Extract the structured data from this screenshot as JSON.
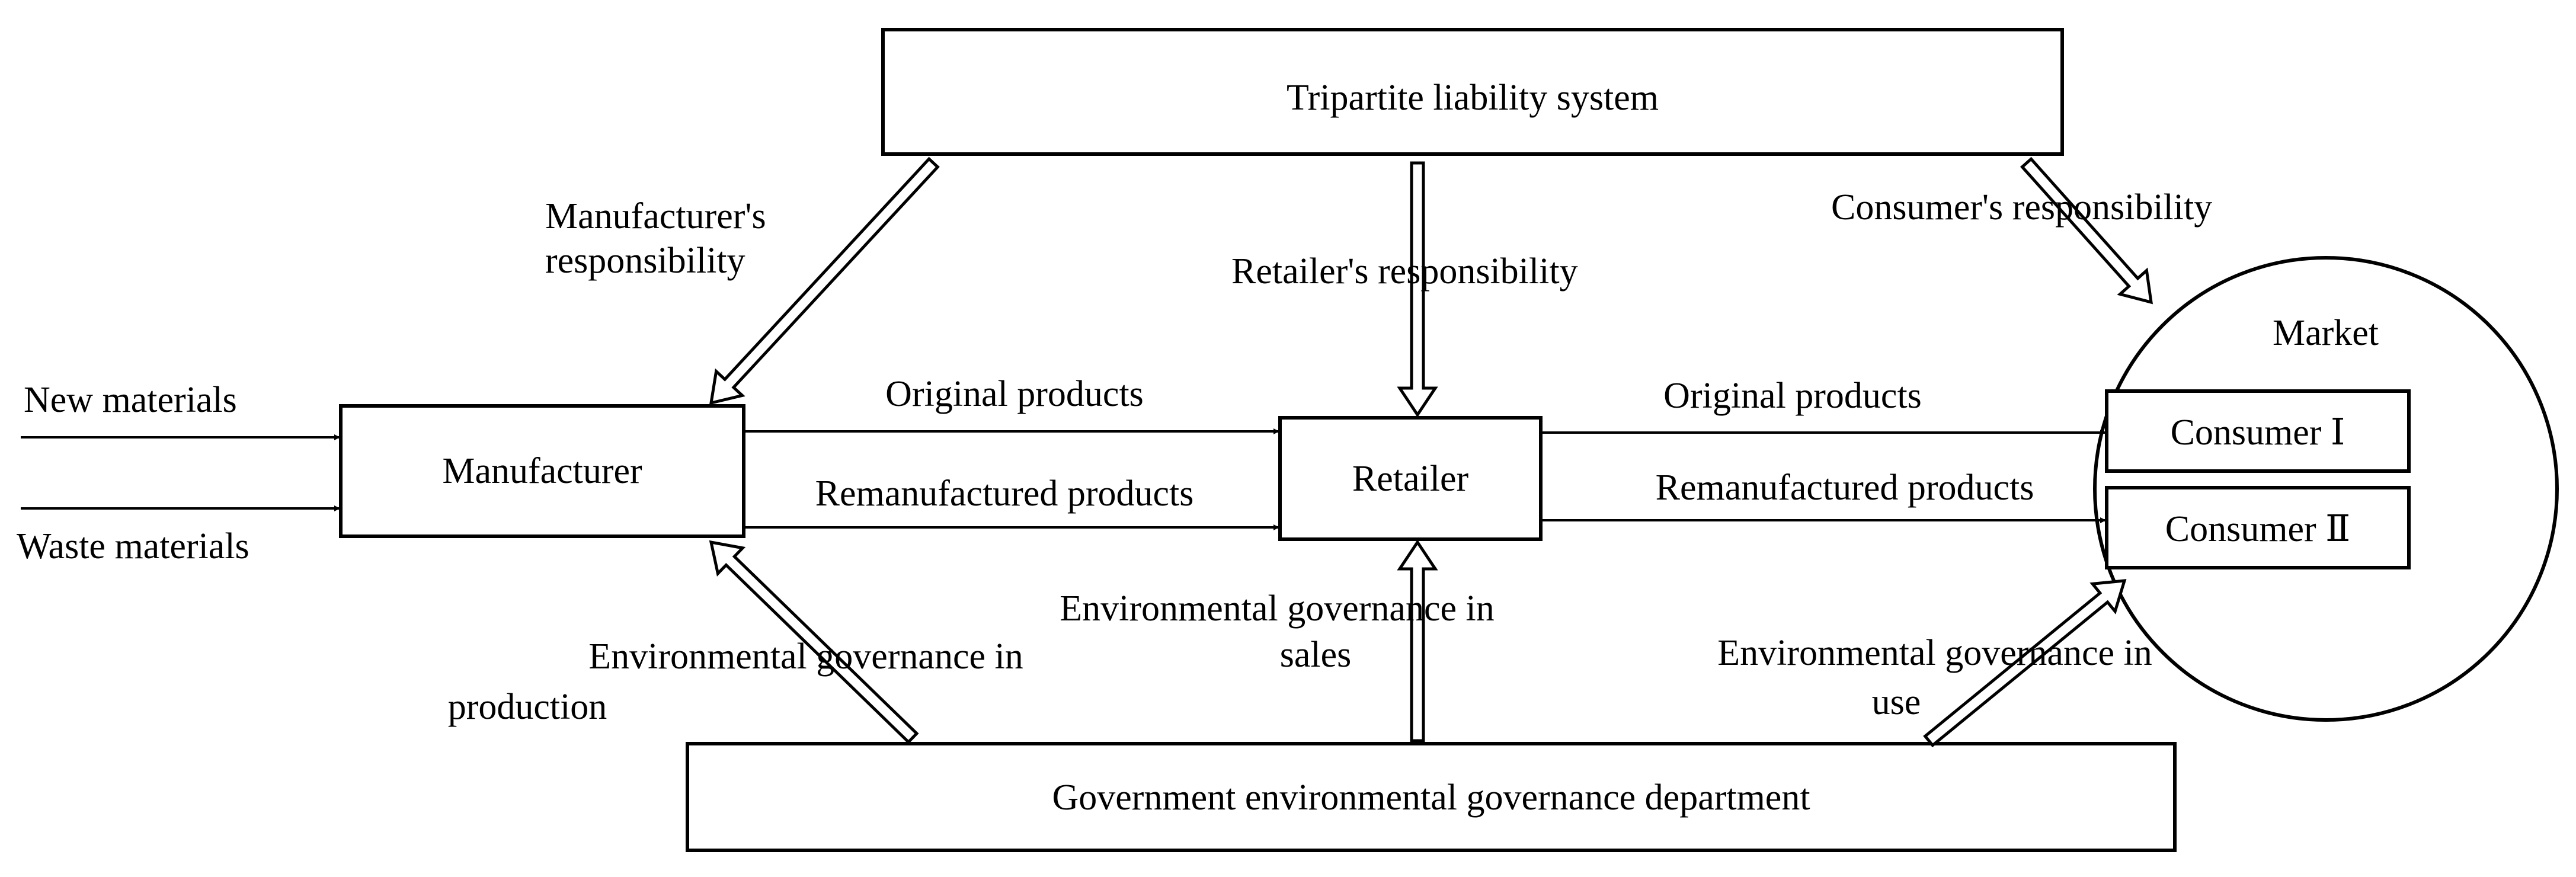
{
  "boxes": {
    "tripartite": "Tripartite liability system",
    "manufacturer": "Manufacturer",
    "retailer": "Retailer",
    "government": "Government environmental governance department",
    "consumer1": "Consumer Ⅰ",
    "consumer2": "Consumer Ⅱ"
  },
  "market_label": "Market",
  "inputs": {
    "new_materials": "New  materials",
    "waste_materials": "Waste materials"
  },
  "flows": {
    "mfr_original": "Original products",
    "mfr_remanufactured": "Remanufactured products",
    "ret_original": "Original products",
    "ret_remanufactured": "Remanufactured products"
  },
  "responsibilities": {
    "manufacturer_line1": "Manufacturer's",
    "manufacturer_line2": "responsibility",
    "retailer": "Retailer's  responsibility",
    "consumer": "Consumer's  responsibility"
  },
  "governance": {
    "production_line1": "Environmental governance in",
    "production_line2": "production",
    "sales_line1": "Environmental governance in",
    "sales_line2": "sales",
    "use_line1": "Environmental governance in",
    "use_line2": "use"
  }
}
